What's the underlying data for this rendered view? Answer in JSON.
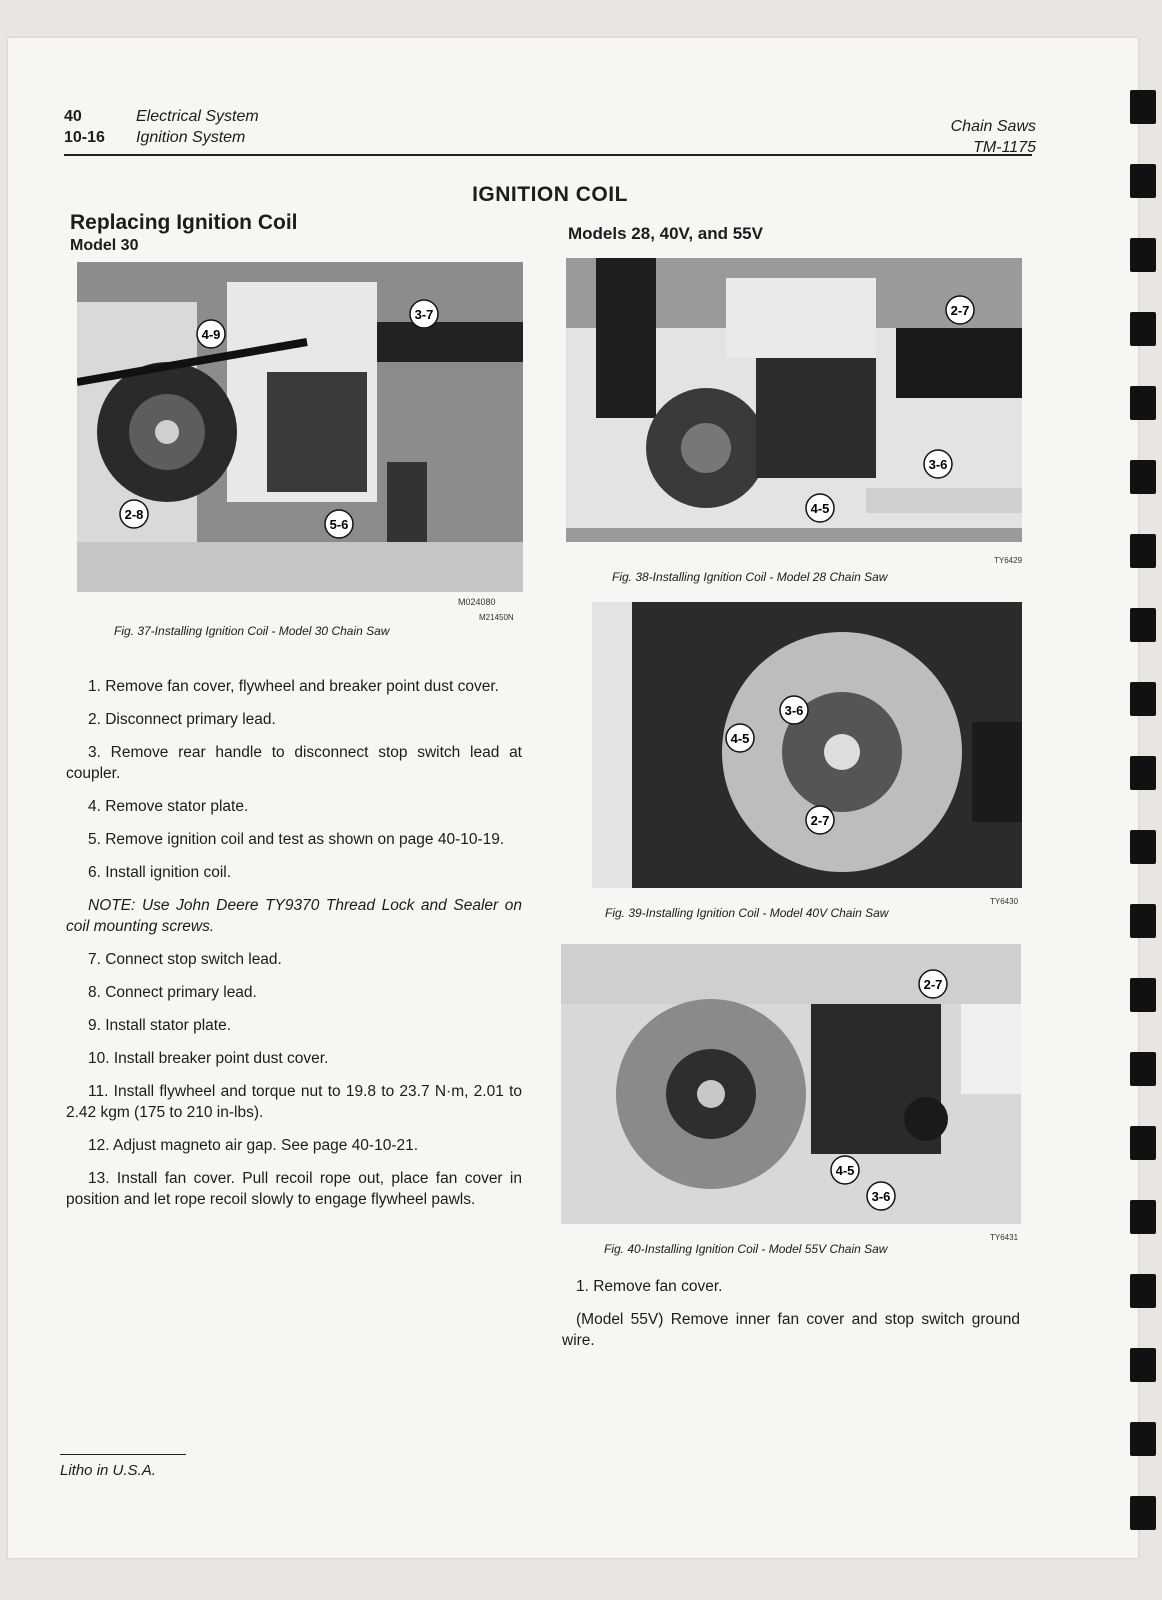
{
  "header": {
    "left_rows": [
      {
        "num": "40",
        "title": "Electrical System"
      },
      {
        "num": "10-16",
        "title": "Ignition System"
      }
    ],
    "right_title": "Chain Saws",
    "right_code": "TM-1175"
  },
  "main_title": "IGNITION COIL",
  "left": {
    "heading": "Replacing Ignition Coil",
    "subheading": "Model 30",
    "figure": {
      "stamp": "M024080",
      "code": "M21450N",
      "caption": "Fig. 37-Installing Ignition Coil - Model 30 Chain Saw",
      "callouts": [
        "4-9",
        "3-7",
        "2-8",
        "5-6"
      ]
    },
    "steps": [
      "1. Remove fan cover, flywheel and breaker point dust cover.",
      "2. Disconnect primary lead.",
      "3. Remove rear handle to disconnect stop switch lead at coupler.",
      "4. Remove stator plate.",
      "5. Remove ignition coil and test as shown on page 40-10-19.",
      "6. Install ignition coil.",
      "NOTE: Use John Deere TY9370 Thread Lock and Sealer on coil mounting screws.",
      "7. Connect stop switch lead.",
      "8. Connect primary lead.",
      "9. Install stator plate.",
      "10. Install breaker point dust cover.",
      "11. Install flywheel and torque nut to 19.8 to 23.7 N·m, 2.01 to 2.42 kgm (175 to 210 in-lbs).",
      "12. Adjust magneto air gap. See page 40-10-21.",
      "13. Install fan cover. Pull recoil rope out, place fan cover in position and let rope recoil slowly to engage flywheel pawls."
    ]
  },
  "right": {
    "heading": "Models 28, 40V, and 55V",
    "figures": [
      {
        "code": "TY6429",
        "caption": "Fig. 38-Installing Ignition Coil - Model 28 Chain Saw",
        "callouts": [
          "2-7",
          "3-6",
          "4-5"
        ]
      },
      {
        "code": "TY6430",
        "caption": "Fig. 39-Installing Ignition Coil - Model 40V Chain Saw",
        "callouts": [
          "3-6",
          "4-5",
          "2-7"
        ]
      },
      {
        "code": "TY6431",
        "caption": "Fig. 40-Installing Ignition Coil - Model 55V Chain Saw",
        "callouts": [
          "2-7",
          "4-5",
          "3-6"
        ]
      }
    ],
    "steps": [
      "1. Remove fan cover.",
      "(Model 55V) Remove inner fan cover and stop switch ground wire."
    ]
  },
  "footer": "Litho in U.S.A."
}
